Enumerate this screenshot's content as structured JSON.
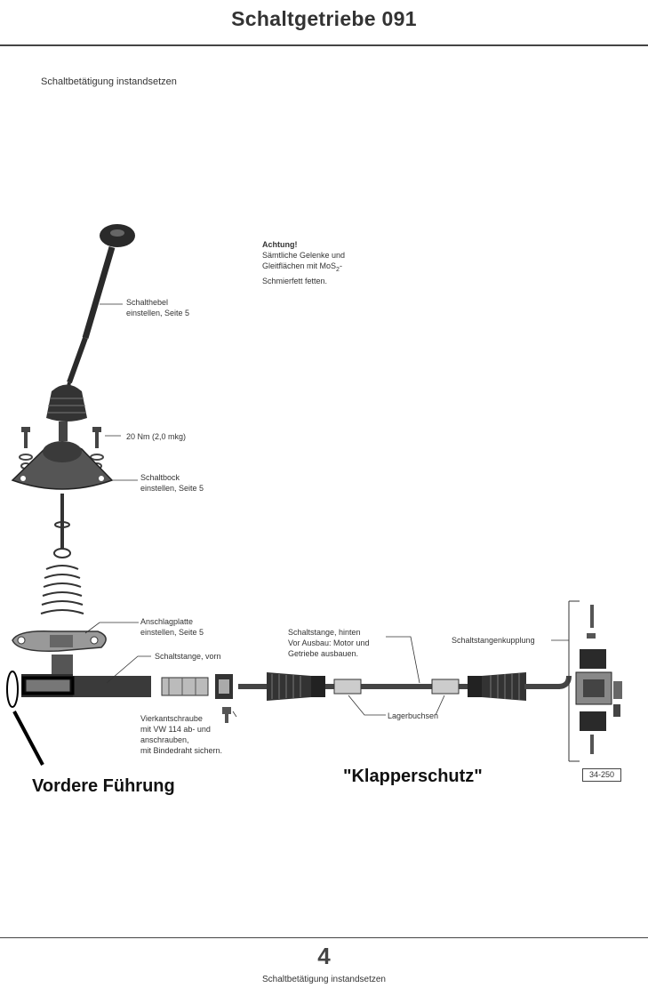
{
  "header": {
    "title": "Schaltgetriebe  091"
  },
  "section_title": "Schaltbetätigung instandsetzen",
  "note": {
    "heading": "Achtung!",
    "line1": "Sämtliche Gelenke und",
    "line2_prefix": "Gleitflächen mit MoS",
    "line2_sub": "2",
    "line2_suffix": "-",
    "line3": "Schmierfett fetten."
  },
  "labels": {
    "schalthebel": {
      "l1": "Schalthebel",
      "l2": "einstellen, Seite 5"
    },
    "torque": "20 Nm (2,0 mkg)",
    "schaltbock": {
      "l1": "Schaltbock",
      "l2": "einstellen, Seite 5"
    },
    "anschlagplatte": {
      "l1": "Anschlagplatte",
      "l2": "einstellen, Seite 5"
    },
    "schaltstange_vorn": "Schaltstange, vorn",
    "vierkantschraube": {
      "l1": "Vierkantschraube",
      "l2": "mit VW 114 ab- und",
      "l3": "anschrauben,",
      "l4": "mit Bindedraht sichern."
    },
    "schaltstange_hinten": {
      "l1": "Schaltstange, hinten",
      "l2": "Vor Ausbau: Motor und",
      "l3": "Getriebe ausbauen."
    },
    "lagerbuchsen": "Lagerbuchsen",
    "kupplung": "Schaltstangenkupplung"
  },
  "annotations": {
    "vordere": "Vordere Führung",
    "klapper": "\"Klapperschutz\""
  },
  "figure_id": "34-250",
  "footer": {
    "page_number": "4",
    "caption": "Schaltbetätigung instandsetzen"
  }
}
